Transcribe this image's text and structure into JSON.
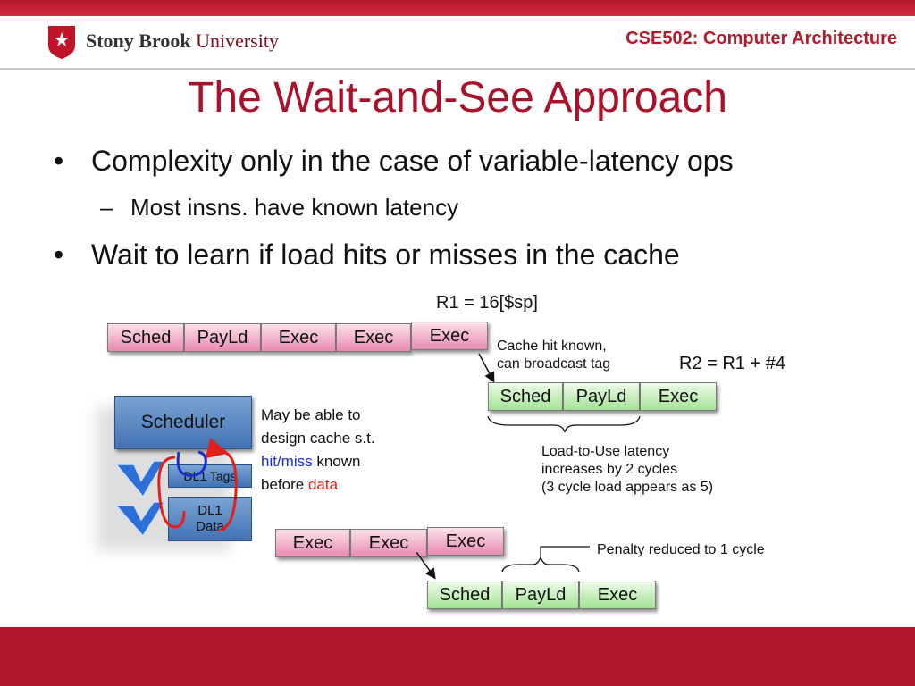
{
  "header": {
    "logo_bold": "Stony Brook",
    "logo_light": "University",
    "course": "CSE502: Computer Architecture"
  },
  "title": "The Wait-and-See Approach",
  "bullets": [
    {
      "text": "Complexity only in the case of variable-latency ops",
      "sub": [
        "Most insns. have known latency"
      ]
    },
    {
      "text": "Wait to learn if load hits or misses in the cache"
    }
  ],
  "diagram": {
    "eq_load": "R1 = 16[$sp]",
    "eq_add": "R2 = R1 + #4",
    "row1": [
      "Sched",
      "PayLd",
      "Exec",
      "Exec",
      "Exec"
    ],
    "row2": [
      "Sched",
      "PayLd",
      "Exec"
    ],
    "row3": [
      "Exec",
      "Exec",
      "Exec"
    ],
    "row4": [
      "Sched",
      "PayLd",
      "Exec"
    ],
    "cache_hit_note": [
      "Cache hit known,",
      "can broadcast tag"
    ],
    "latency_note": [
      "Load-to-Use latency",
      "increases by 2 cycles",
      "(3 cycle load appears as 5)"
    ],
    "penalty_note": "Penalty reduced to 1 cycle",
    "scheduler": "Scheduler",
    "dl1_tags": "DL1 Tags",
    "dl1_data": [
      "DL1",
      "Data"
    ],
    "design_note": {
      "line1": "May be able to",
      "line2": "design cache s.t.",
      "hitmiss": "hit/miss",
      "known": " known",
      "before": "before ",
      "data": "data"
    }
  },
  "colors": {
    "brand": "#b0182c",
    "pink": "#e98ab0",
    "green": "#a3e395",
    "blue": "#4272b4",
    "link_blue": "#1a2fd0",
    "accent_red": "#e0201a"
  }
}
